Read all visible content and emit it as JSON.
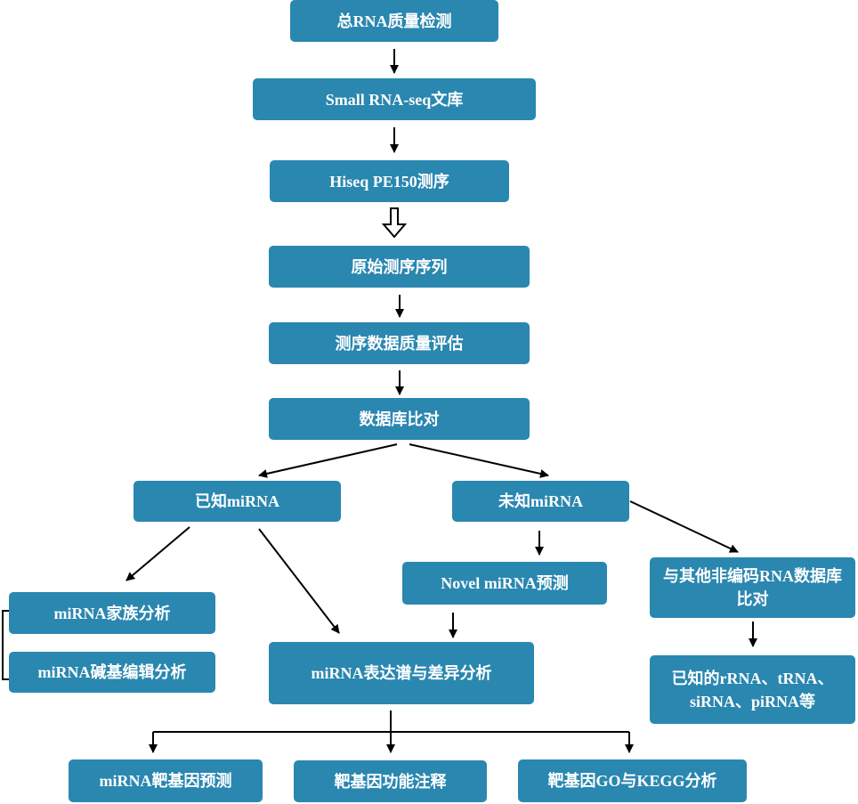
{
  "nodes": {
    "total_rna_qc": "总RNA质量检测",
    "small_rna_lib": "Small RNA-seq文库",
    "hiseq": "Hiseq PE150测序",
    "raw_reads": "原始测序序列",
    "data_qc": "测序数据质量评估",
    "db_align": "数据库比对",
    "known_mirna": "已知miRNA",
    "unknown_mirna": "未知miRNA",
    "family_analysis": "miRNA家族分析",
    "base_editing": "miRNA碱基编辑分析",
    "expression_profile": "miRNA表达谱与差异分析",
    "novel_prediction": "Novel miRNA预测",
    "other_ncrna_align": "与其他非编码RNA数据库比对",
    "known_other_rna": "已知的rRNA、tRNA、siRNA、piRNA等",
    "target_prediction": "miRNA靶基因预测",
    "target_annotation": "靶基因功能注释",
    "target_go_kegg": "靶基因GO与KEGG分析"
  },
  "colors": {
    "node_fill": "#2a87b0",
    "node_text": "#ffffff",
    "arrow": "#000000"
  }
}
